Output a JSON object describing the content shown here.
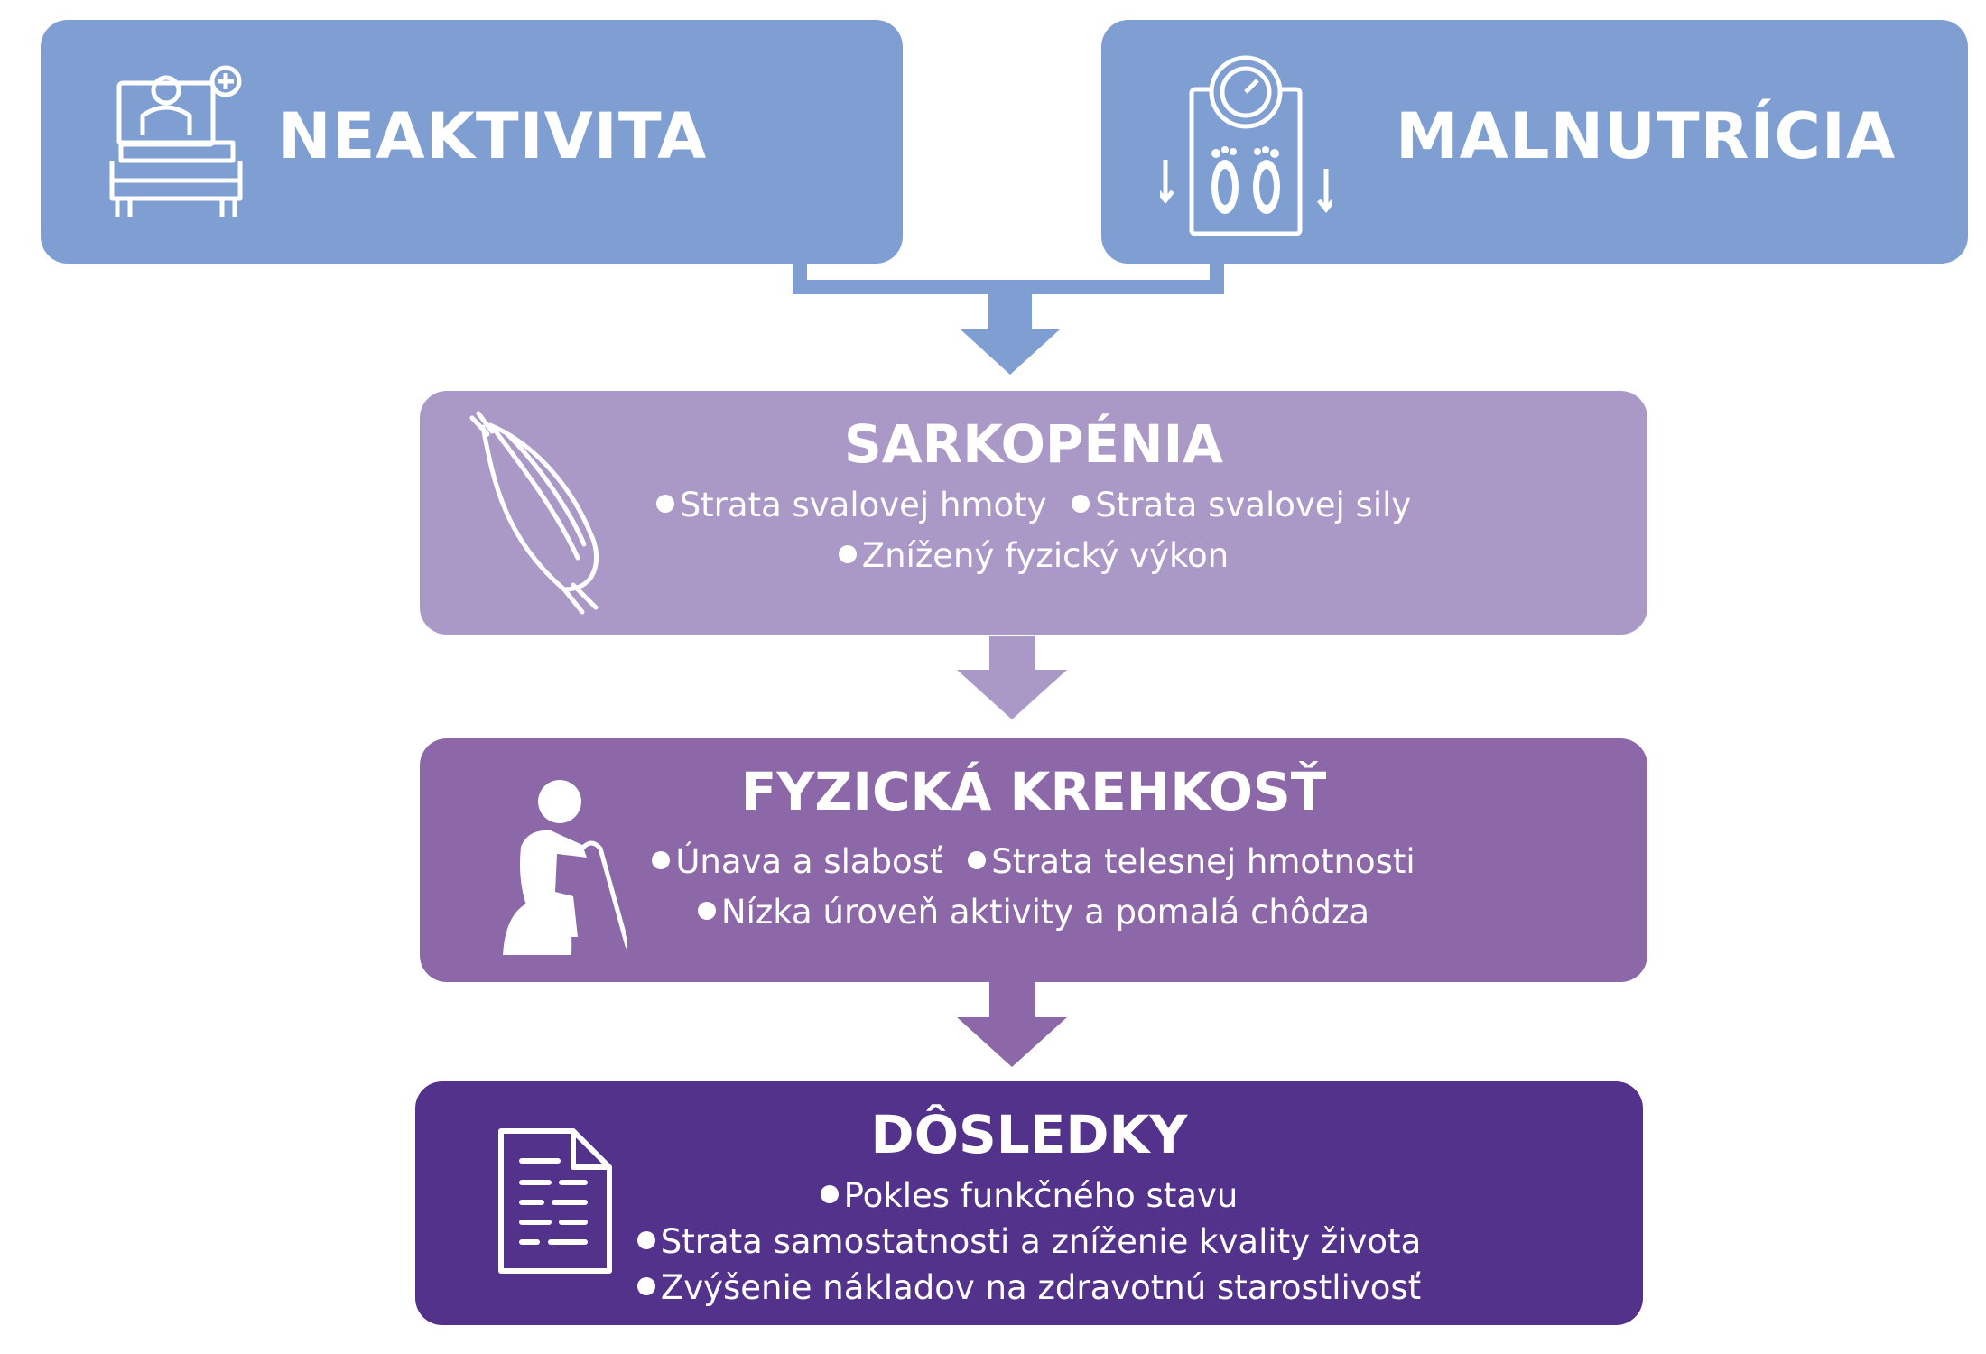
{
  "colors": {
    "top": "#7f9fd3",
    "sarkopenia": "#aa98c7",
    "krehkost": "#8d68a8",
    "dosledky": "#53328b",
    "text": "#ffffff"
  },
  "top_boxes": [
    {
      "title": "NEAKTIVITA",
      "icon": "bed-patient-icon"
    },
    {
      "title": "MALNUTRÍCIA",
      "icon": "weight-scale-icon"
    }
  ],
  "stages": [
    {
      "title": "SARKOPÉNIA",
      "icon": "muscle-icon",
      "bullets": [
        [
          "Strata svalovej hmoty",
          "Strata svalovej sily"
        ],
        [
          "Znížený fyzický výkon"
        ]
      ]
    },
    {
      "title": "FYZICKÁ KREHKOSŤ",
      "icon": "elderly-person-cane-icon",
      "bullets": [
        [
          "Únava a slabosť",
          "Strata telesnej hmotnosti"
        ],
        [
          "Nízka úroveň aktivity a pomalá chôdza"
        ]
      ]
    },
    {
      "title": "DÔSLEDKY",
      "icon": "document-icon",
      "bullets": [
        [
          "Pokles funkčného stavu"
        ],
        [
          "Strata samostatnosti a zníženie kvality života"
        ],
        [
          "Zvýšenie nákladov na zdravotnú starostlivosť"
        ]
      ]
    }
  ]
}
